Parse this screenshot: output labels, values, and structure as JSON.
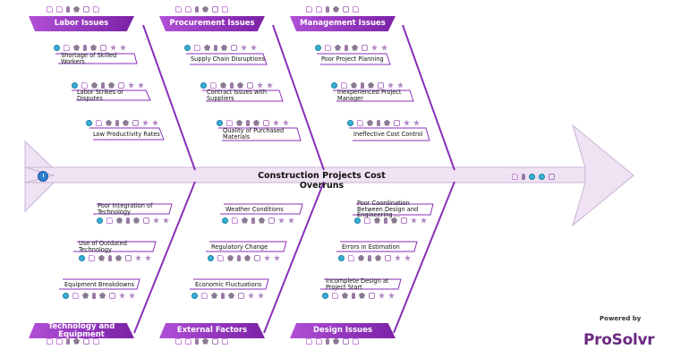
{
  "diagram": {
    "title": "Construction Projects Cost Overruns",
    "branding": {
      "powered_by": "Powered by",
      "logo": "ProSolvr"
    },
    "categories_top": [
      {
        "name": "Labor Issues",
        "causes": [
          "Shortage of Skilled Workers",
          "Labor Strikes or Disputes",
          "Low Productivity Rates"
        ]
      },
      {
        "name": "Procurement Issues",
        "causes": [
          "Supply Chain Disruptions",
          "Contract Issues with Suppliers",
          "Quality of Purchased Materials"
        ]
      },
      {
        "name": "Management Issues",
        "causes": [
          "Poor Project Planning",
          "Inexperienced Project Manager",
          "Ineffective Cost Control"
        ]
      }
    ],
    "categories_bottom": [
      {
        "name": "Technology and Equipment",
        "causes": [
          "Poor Integration of Technology",
          "Use of Outdated Technology",
          "Equipment Breakdowns"
        ]
      },
      {
        "name": "External Factors",
        "causes": [
          "Weather Conditions",
          "Regulatory Change",
          "Economic Fluctuations"
        ]
      },
      {
        "name": "Design Issues",
        "causes": [
          "Poor Coordination Between Design and Engineering ...",
          "Errors in Estimation",
          "Incomplete Design at Project Start"
        ]
      }
    ],
    "icon_names": [
      "comment-icon",
      "external-link-icon",
      "attachment-icon",
      "bulb-icon",
      "person-icon",
      "document-icon",
      "like-icon",
      "star-icon"
    ],
    "colors": {
      "accent": "#8a2fb8",
      "accent_light": "#b04fd6",
      "fish_body": "#efe3f3",
      "logo": "#6b2a82"
    }
  }
}
